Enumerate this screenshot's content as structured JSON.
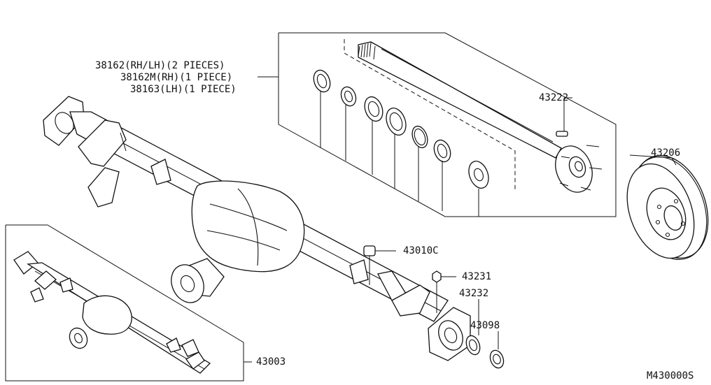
{
  "labels": {
    "shaft_rh_lh": "38162(RH/LH)(2 PIECES)",
    "shaft_rh": "38162M(RH)(1 PIECE)",
    "shaft_lh": "38163(LH)(1 PIECE)",
    "hub_bolt": "43222",
    "disc_rotor": "43206",
    "plug": "43010C",
    "nut": "43231",
    "gasket": "43232",
    "shim": "43098",
    "axle_housing": "43003",
    "diagram_code": "M430000S"
  }
}
